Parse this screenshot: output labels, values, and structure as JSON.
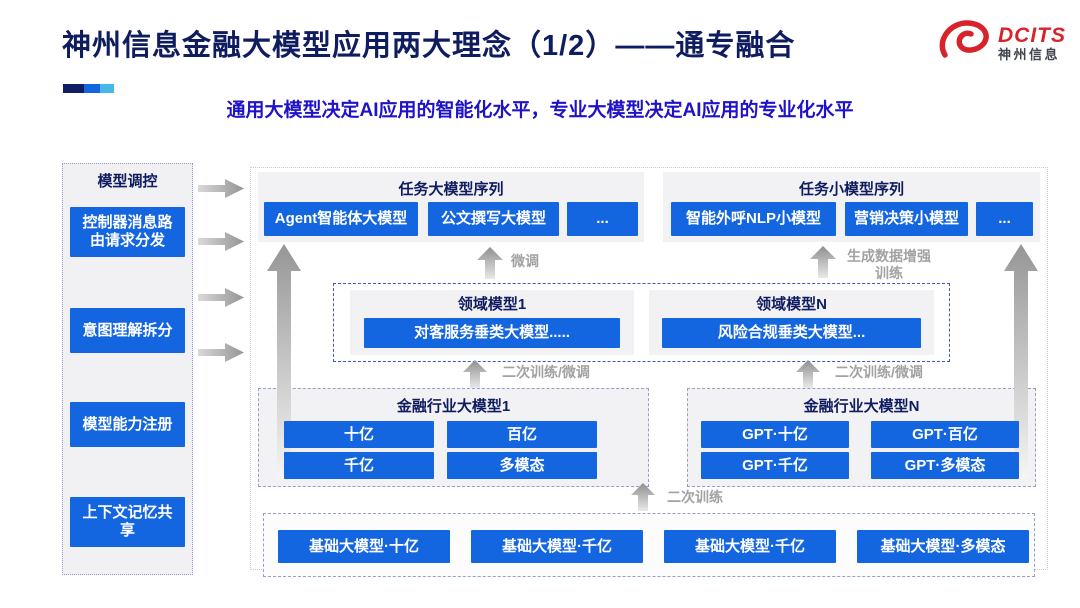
{
  "header": {
    "title": "神州信息金融大模型应用两大理念（1/2）——通专融合",
    "subtitle": "通用大模型决定AI应用的智能化水平，专业大模型决定AI应用的专业化水平",
    "logo": {
      "brand": "DCITS",
      "brand_cn": "神州信息"
    },
    "accent_colors": [
      "#101D63",
      "#1465E0",
      "#45B8EA"
    ]
  },
  "sidebar": {
    "title": "模型调控",
    "items": [
      {
        "label": "控制器消息路\n由请求分发"
      },
      {
        "label": "意图理解拆分"
      },
      {
        "label": "模型能力注册"
      },
      {
        "label": "上下文记忆共\n享"
      }
    ]
  },
  "diagram": {
    "task_large_panel": {
      "title": "任务大模型序列",
      "boxes": [
        "Agent智能体大模型",
        "公文撰写大模型",
        "..."
      ]
    },
    "task_small_panel": {
      "title": "任务小模型序列",
      "boxes": [
        "智能外呼NLP小模型",
        "营销决策小模型",
        "..."
      ]
    },
    "labels": {
      "fine_tune": "微调",
      "augment": "生成数据增强\n训练",
      "retrain_left": "二次训练/微调",
      "retrain_right": "二次训练/微调",
      "retrain_bottom": "二次训练"
    },
    "domain_panel": {
      "left": {
        "title": "领域模型1",
        "box": "对客服务垂类大模型....."
      },
      "right": {
        "title": "领域模型N",
        "box": "风险合规垂类大模型..."
      }
    },
    "industry_panel_1": {
      "title": "金融行业大模型1",
      "boxes": [
        "十亿",
        "百亿",
        "千亿",
        "多模态"
      ]
    },
    "industry_panel_n": {
      "title": "金融行业大模型N",
      "boxes": [
        "GPT·十亿",
        "GPT·百亿",
        "GPT·千亿",
        "GPT·多模态"
      ]
    },
    "base_models": [
      "基础大模型·十亿",
      "基础大模型·千亿",
      "基础大模型·千亿",
      "基础大模型·多模态"
    ]
  },
  "colors": {
    "accent_blue": "#1465E0",
    "navy": "#0F1C5F",
    "subtitle_blue": "#1F12C7",
    "label_gray": "#A2A2A4",
    "logo_red": "#D8232A"
  }
}
